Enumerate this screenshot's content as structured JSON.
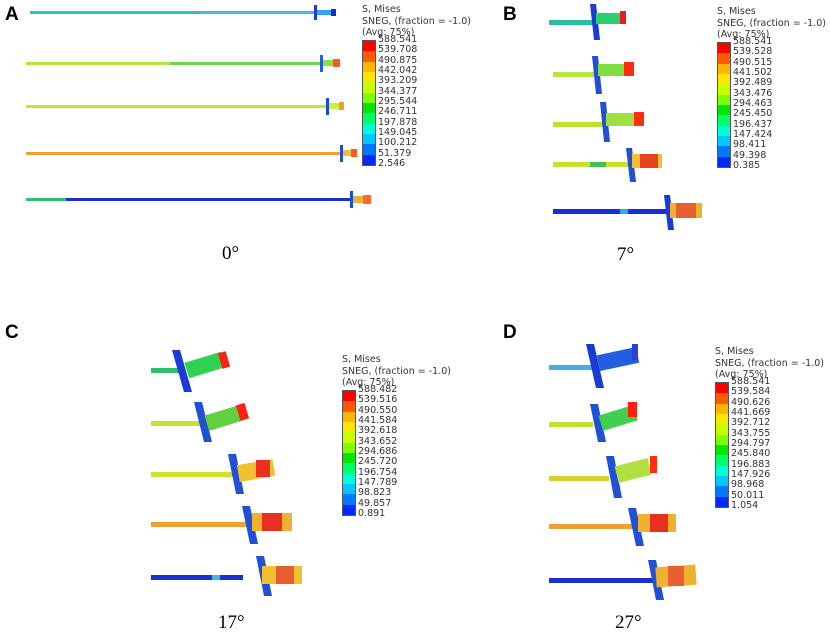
{
  "legend_colors": [
    "#ff0000",
    "#ff5a00",
    "#ffb400",
    "#ffe600",
    "#c8ff00",
    "#7dff00",
    "#00e600",
    "#00ff64",
    "#00ffd2",
    "#00c8ff",
    "#0078ff",
    "#0028ff"
  ],
  "panels": [
    {
      "label": "A",
      "angle": "0°",
      "legend": {
        "title": "S, Mises",
        "subtitle": "SNEG, (fraction = -1.0)",
        "avg": "(Avg: 75%)",
        "values": [
          "588.541",
          "539.708",
          "490.875",
          "442.042",
          "393.209",
          "344.377",
          "295.544",
          "246.711",
          "197.878",
          "149.045",
          "100.212",
          "51.379",
          "2.546"
        ]
      }
    },
    {
      "label": "B",
      "angle": "7°",
      "legend": {
        "title": "S, Mises",
        "subtitle": "SNEG, (fraction = -1.0)",
        "avg": "(Avg: 75%)",
        "values": [
          "588.541",
          "539.528",
          "490.515",
          "441.502",
          "392.489",
          "343.476",
          "294.463",
          "245.450",
          "196.437",
          "147.424",
          "98.411",
          "49.398",
          "0.385"
        ]
      }
    },
    {
      "label": "C",
      "angle": "17°",
      "legend": {
        "title": "S, Mises",
        "subtitle": "SNEG, (fraction = -1.0)",
        "avg": "(Avg: 75%)",
        "values": [
          "588.482",
          "539.516",
          "490.550",
          "441.584",
          "392.618",
          "343.652",
          "294.686",
          "245.720",
          "196.754",
          "147.789",
          "98.823",
          "49.857",
          "0.891"
        ]
      }
    },
    {
      "label": "D",
      "angle": "27°",
      "legend": {
        "title": "S, Mises",
        "subtitle": "SNEG, (fraction = -1.0)",
        "avg": "(Avg: 75%)",
        "values": [
          "588.541",
          "539.584",
          "490.626",
          "441.669",
          "392.712",
          "343.755",
          "294.797",
          "245.840",
          "196.883",
          "147.926",
          "98.968",
          "50.011",
          "1.054"
        ]
      }
    }
  ]
}
